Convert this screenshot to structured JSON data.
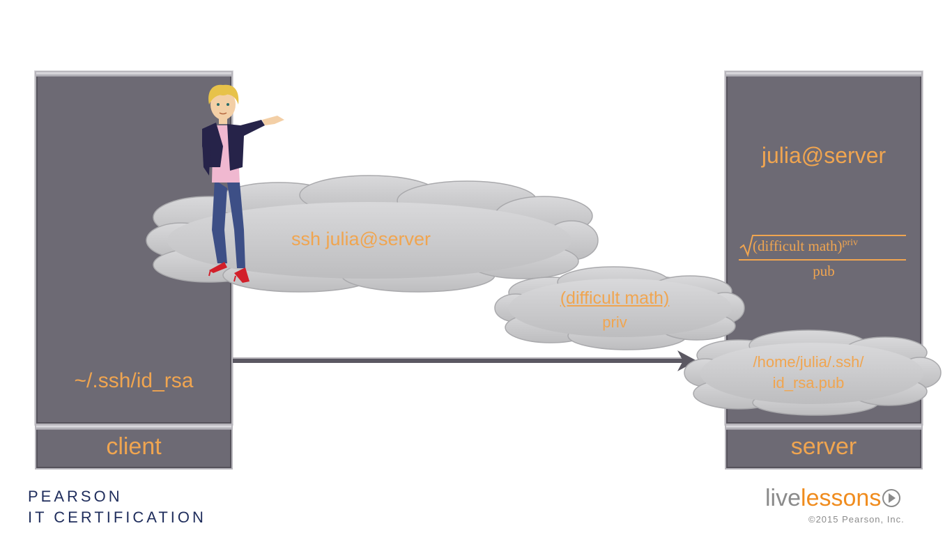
{
  "client": {
    "label": "client",
    "key_path": "~/.ssh/id_rsa"
  },
  "server": {
    "label": "server",
    "user_host": "julia@server",
    "formula": {
      "numerator": "(difficult math)",
      "exponent": "priv",
      "denominator": "pub"
    }
  },
  "clouds": {
    "ssh_command": "ssh julia@server",
    "challenge_top": "(difficult math)",
    "challenge_bottom": "priv",
    "pubkey_line1": "/home/julia/.ssh/",
    "pubkey_line2": "id_rsa.pub"
  },
  "branding": {
    "pearson_line1": "PEARSON",
    "pearson_line2": "IT CERTIFICATION",
    "livelessons_live": "live",
    "livelessons_lessons": "lessons",
    "copyright": "©2015 Pearson, Inc."
  },
  "colors": {
    "accent": "#f0a550",
    "panel": "#6d6a74",
    "cloud": "#c9c9cb",
    "navy": "#1f2d5c"
  }
}
